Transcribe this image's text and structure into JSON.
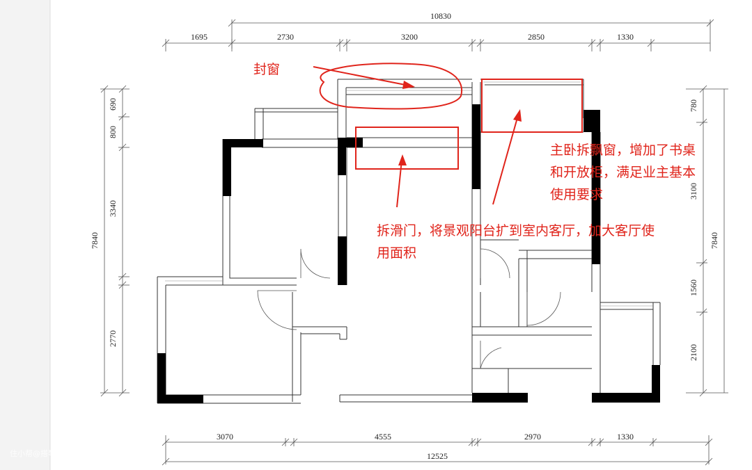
{
  "dimensions": {
    "top_total": "10830",
    "top_segments": [
      "1695",
      "2730",
      "3200",
      "2850",
      "1330"
    ],
    "left_segments": [
      "690",
      "800",
      "3340",
      "2770"
    ],
    "left_total": "7840",
    "right_segments": [
      "780",
      "3100",
      "1560",
      "2100"
    ],
    "right_total": "7840",
    "bottom_segments": [
      "3070",
      "4555",
      "2970",
      "1330"
    ],
    "bottom_total": "12525"
  },
  "annotations": {
    "seal_window": "封窗",
    "master_bedroom_line1": "主卧拆飘窗，增加了书桌",
    "master_bedroom_line2": "和开放柜，满足业主基本",
    "master_bedroom_line3": "使用要求",
    "living_room_line1": "拆滑门，将景观阳台扩到室内客厅，加大客厅使",
    "living_room_line2": "用面积"
  },
  "watermark": "住小帮@搭琴设计",
  "colors": {
    "annotation": "#e0241b",
    "wall": "#000000",
    "line": "#555555"
  }
}
